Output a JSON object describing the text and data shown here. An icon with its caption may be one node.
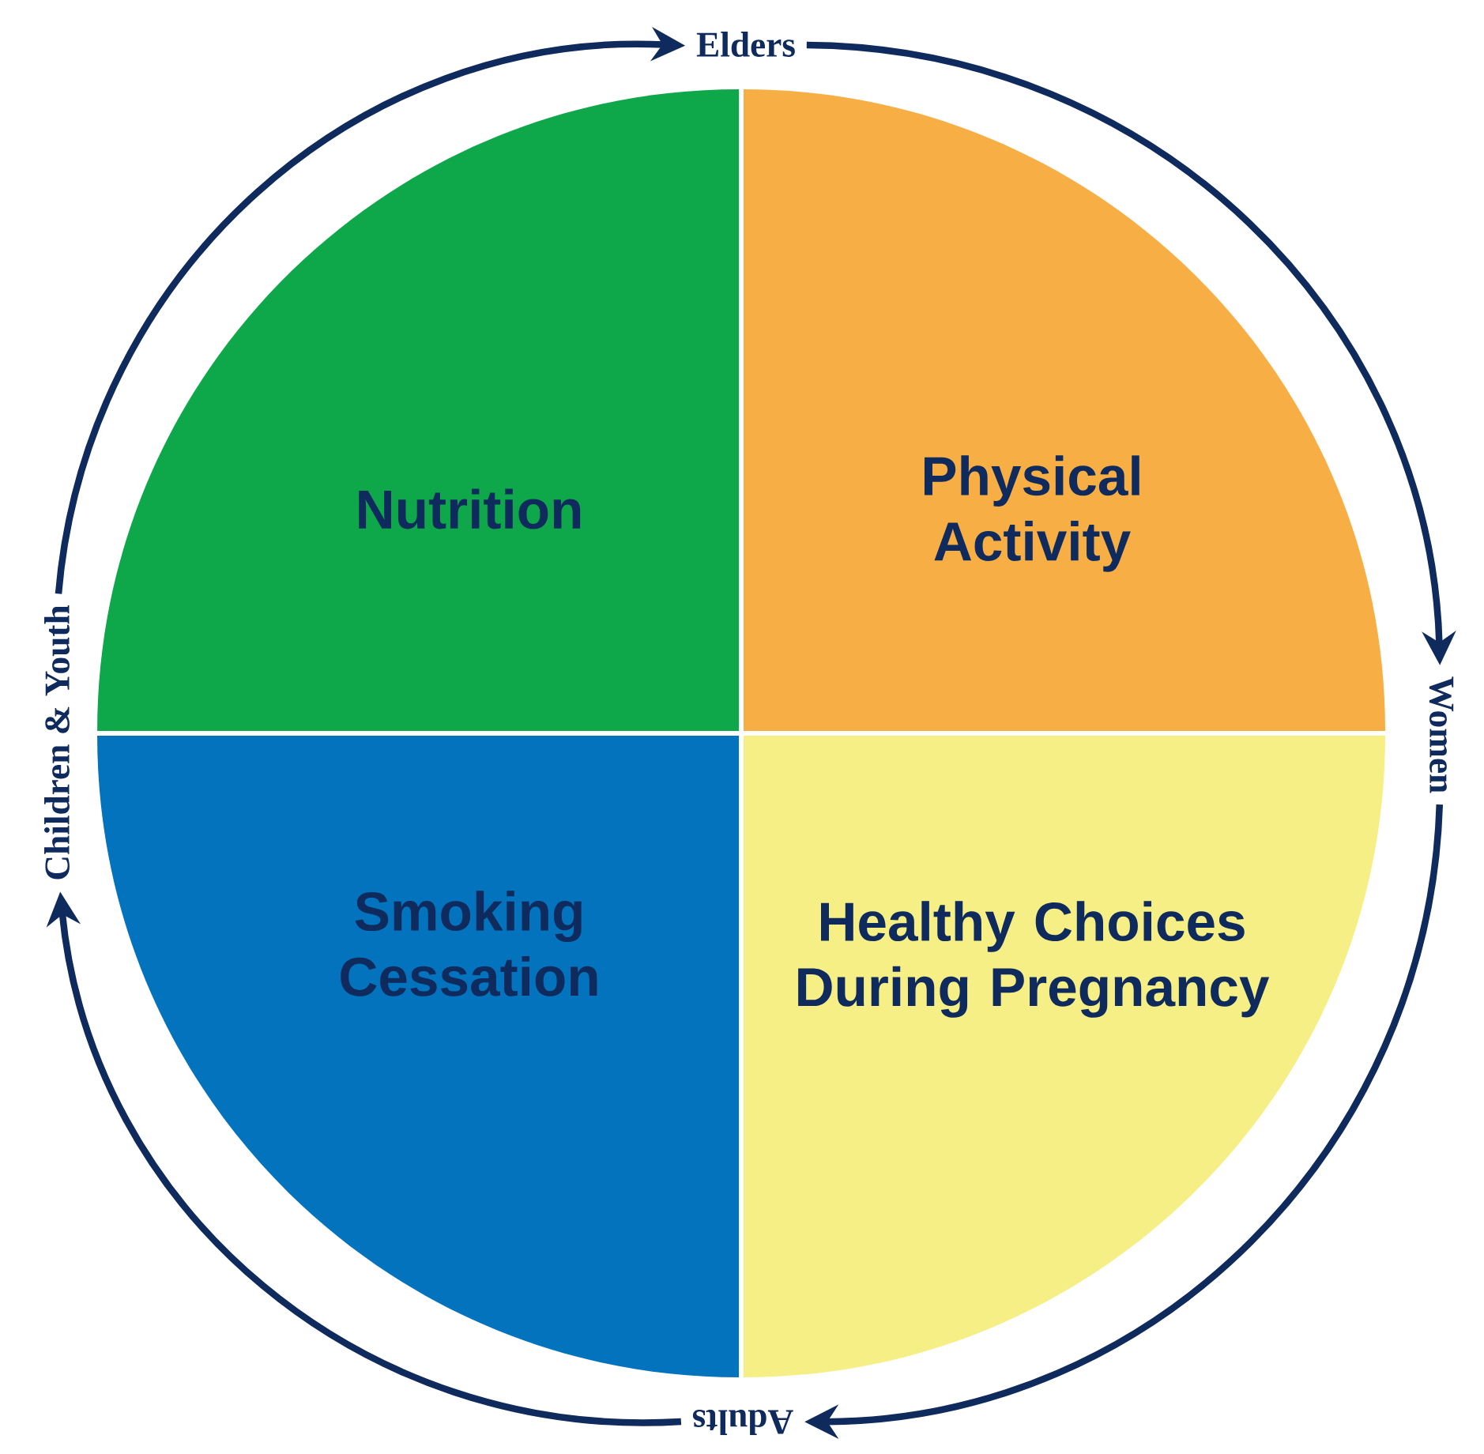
{
  "diagram": {
    "nodes": [
      {
        "text": [
          "Nutrition"
        ]
      },
      {
        "text": [
          "Physical Activity"
        ]
      },
      {
        "text": [
          "Smoking Cessation"
        ]
      },
      {
        "text": [
          "Healthy Choices During Pregnancy"
        ]
      },
      {
        "text": [
          "Elders"
        ]
      },
      {
        "text": [
          "Women"
        ]
      },
      {
        "text": [
          "Adults"
        ]
      },
      {
        "text": [
          "Children & Youth"
        ]
      }
    ],
    "edges": [
      {
        "from": 7,
        "to": 4,
        "arrow": "to"
      },
      {
        "from": 4,
        "to": 5,
        "arrow": "to"
      },
      {
        "from": 5,
        "to": 6,
        "arrow": "to"
      },
      {
        "from": 6,
        "to": 7,
        "arrow": "to"
      }
    ]
  }
}
